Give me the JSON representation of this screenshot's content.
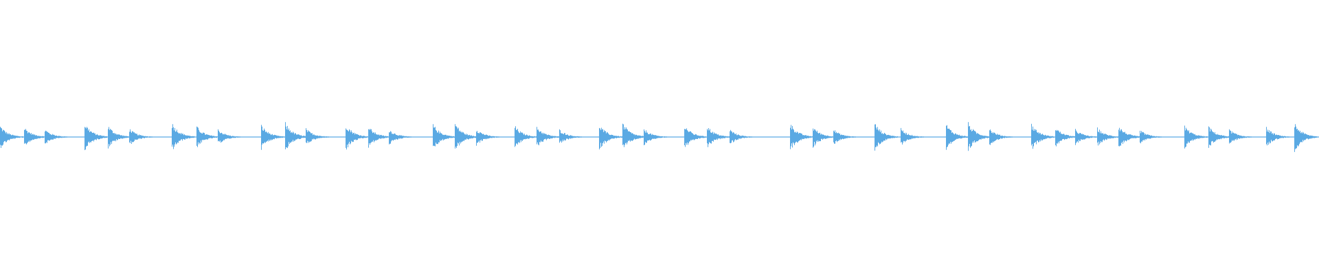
{
  "waveform": {
    "color": "#5aa9e3",
    "background": "#ffffff",
    "hit_times_fraction": [
      0.0,
      0.018,
      0.034,
      0.064,
      0.082,
      0.098,
      0.13,
      0.149,
      0.165,
      0.198,
      0.216,
      0.232,
      0.262,
      0.279,
      0.295,
      0.328,
      0.345,
      0.361,
      0.39,
      0.407,
      0.424,
      0.454,
      0.472,
      0.488,
      0.519,
      0.536,
      0.553,
      0.599,
      0.616,
      0.632,
      0.663,
      0.683,
      0.717,
      0.734,
      0.75,
      0.782,
      0.8,
      0.815,
      0.832,
      0.848,
      0.864,
      0.898,
      0.916,
      0.932,
      0.96,
      0.981
    ],
    "hit_strengths": [
      0.8,
      0.7,
      0.55,
      1.0,
      0.8,
      0.6,
      1.0,
      0.75,
      0.55,
      0.85,
      1.0,
      0.6,
      0.95,
      0.75,
      0.55,
      0.9,
      1.0,
      0.6,
      0.8,
      0.75,
      0.55,
      0.9,
      1.0,
      0.6,
      0.85,
      0.8,
      0.55,
      1.0,
      0.75,
      0.55,
      1.0,
      0.6,
      0.9,
      1.0,
      0.6,
      0.95,
      0.7,
      0.55,
      0.65,
      0.8,
      0.5,
      0.8,
      0.75,
      0.55,
      0.7,
      1.0
    ]
  }
}
